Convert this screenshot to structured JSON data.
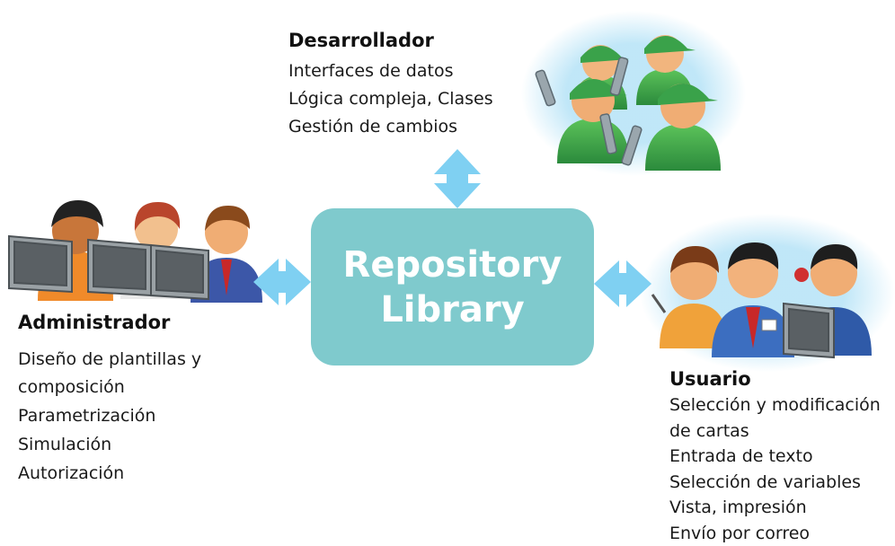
{
  "repository": {
    "line1": "Repository",
    "line2": "Library"
  },
  "developer": {
    "title": "Desarrollador",
    "items": [
      "Interfaces de datos",
      "Lógica compleja, Clases",
      "Gestión de cambios"
    ]
  },
  "administrator": {
    "title": "Administrador",
    "items": [
      "Diseño de plantillas y composición",
      "Parametrización",
      "Simulación",
      "Autorización"
    ]
  },
  "user": {
    "title": "Usuario",
    "items": [
      "Selección y modificación de cartas",
      "Entrada de texto",
      "Selección de variables",
      "Vista, impresión",
      "Envío por correo"
    ]
  },
  "colors": {
    "repo_box": "#7fcacd",
    "arrow": "#7fd0f2",
    "developer_uniform": "#3aa24a",
    "halo": "#b9e4f7"
  },
  "icons": {
    "developer": "developer-group-icon",
    "administrator": "administrator-group-icon",
    "user": "user-group-icon",
    "arrows": "double-arrow-icon"
  }
}
